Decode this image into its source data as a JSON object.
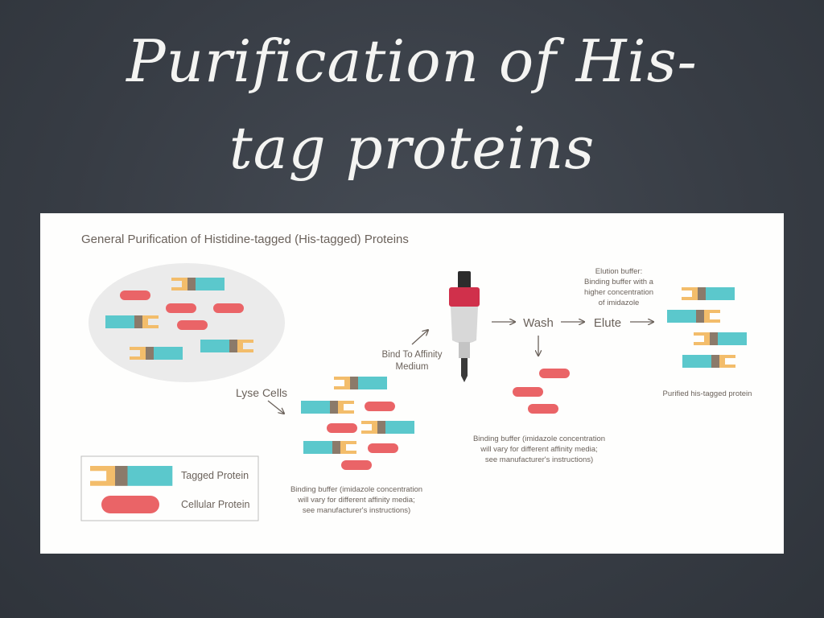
{
  "slide": {
    "title_line1": "Purification of His-",
    "title_line2": "tag proteins"
  },
  "diagram": {
    "heading": "General Purification of Histidine-tagged (His-tagged) Proteins",
    "steps": {
      "lyse": "Lyse Cells",
      "bind_line1": "Bind To Affinity",
      "bind_line2": "Medium",
      "wash": "Wash",
      "elute": "Elute"
    },
    "notes": {
      "binding_buffer_1": [
        "Binding buffer (imidazole concentration",
        "will vary for different affinity media;",
        "see manufacturer's instructions)"
      ],
      "binding_buffer_2": [
        "Binding buffer (imidazole concentration",
        "will vary for different affinity media;",
        "see manufacturer's instructions)"
      ],
      "elution_buffer": [
        "Elution buffer:",
        "Binding buffer with a",
        "higher concentration",
        "of imidazole"
      ],
      "purified": "Purified his-tagged protein"
    },
    "legend": {
      "tagged": "Tagged Protein",
      "cellular": "Cellular Protein"
    },
    "colors": {
      "tag_yellow": "#f3bd6b",
      "linker_brown": "#8b7a6a",
      "protein_teal": "#5bc8cc",
      "cellular_red": "#ea6467",
      "column_red": "#d0304b",
      "cell_gray": "#ebebeb",
      "text": "#6b625b"
    }
  }
}
